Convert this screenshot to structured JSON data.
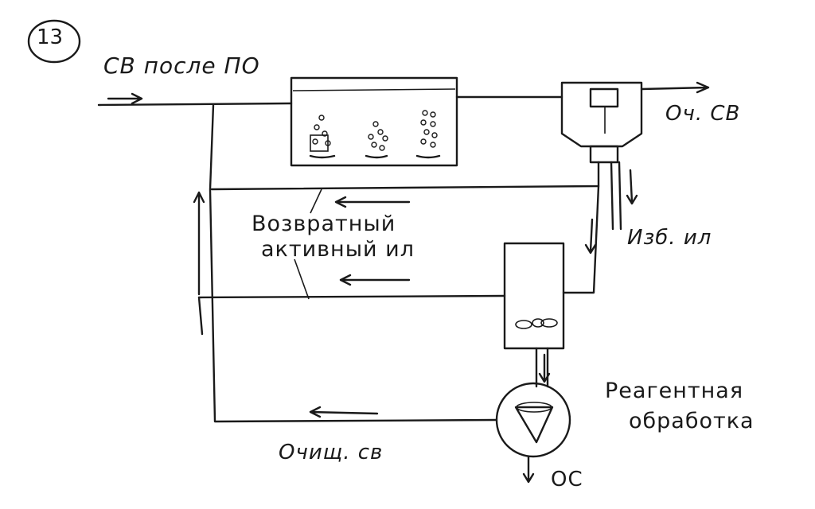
{
  "diagram": {
    "number": "13",
    "labels": {
      "inflow": "СВ после ПО",
      "treated_out": "Оч. СВ",
      "excess_sludge": "Изб. ил",
      "return_sludge_line1": "Возвратный",
      "return_sludge_line2": "активный ил",
      "reagent_line1": "Реагентная",
      "reagent_line2": "обработка",
      "cleaned_water": "Очищ. св",
      "sediment": "ОС"
    }
  }
}
